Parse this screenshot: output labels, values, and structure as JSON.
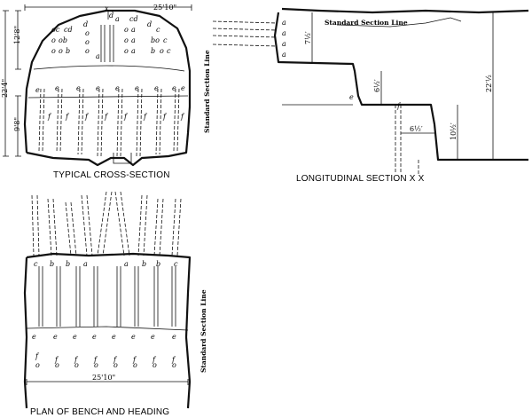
{
  "captions": {
    "cross_section": "TYPICAL CROSS-SECTION",
    "longitudinal": "LONGITUDINAL SECTION X X",
    "plan": "PLAN OF BENCH AND HEADING"
  },
  "standard_section_line": "Standard Section Line",
  "cross_section_dims": {
    "width": "25'10\"",
    "heading_height": "12'8\"",
    "total_height": "22'4\"",
    "bench_height": "9'8\"",
    "x_mark": "x"
  },
  "longitudinal_dims": {
    "heading": "7½′",
    "step_1": "6½′",
    "total": "22′½",
    "bench": "10½′",
    "offset": "6½′"
  },
  "plan_dims": {
    "width": "25'10\""
  },
  "hole_labels": {
    "a": "a",
    "b": "b",
    "c": "c",
    "d": "d",
    "e": "e",
    "f": "f",
    "o": "o",
    "cd": "cd",
    "oc": "oc",
    "ob": "ob",
    "bo": "bo"
  }
}
